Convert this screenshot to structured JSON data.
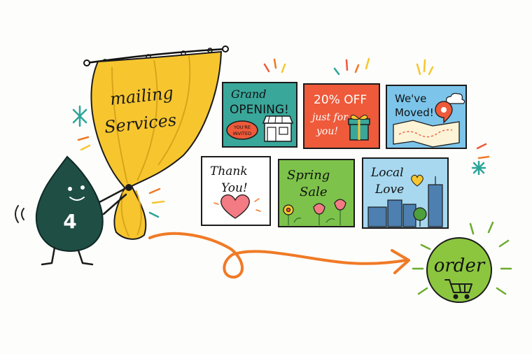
{
  "curtain": {
    "line1": "mailing",
    "line2": "Services"
  },
  "mascot": {
    "number": "4"
  },
  "cards": {
    "grand_opening": {
      "line1": "Grand",
      "line2": "OPENING!",
      "badge_line1": "YOU'RE",
      "badge_line2": "INVITED"
    },
    "twenty_off": {
      "line1": "20% OFF",
      "line2": "just for",
      "line3": "you!"
    },
    "weve_moved": {
      "line1": "We've",
      "line2": "Moved!"
    },
    "thank_you": {
      "line1": "Thank",
      "line2": "You!"
    },
    "spring_sale": {
      "line1": "Spring",
      "line2": "Sale"
    },
    "local_love": {
      "line1": "Local",
      "line2": "Love"
    }
  },
  "order_button": {
    "label": "order",
    "icon": "shopping-cart-icon"
  },
  "colors": {
    "curtain_yellow": "#f7c62f",
    "mascot_green": "#1f4e45",
    "arrow_orange": "#f07a26",
    "order_green": "#8cc63f",
    "card_teal": "#3aa79b",
    "card_red": "#ee5a3a",
    "card_sky": "#7cc4ea",
    "card_spring": "#7dc24a",
    "card_city": "#a7d8ef"
  }
}
